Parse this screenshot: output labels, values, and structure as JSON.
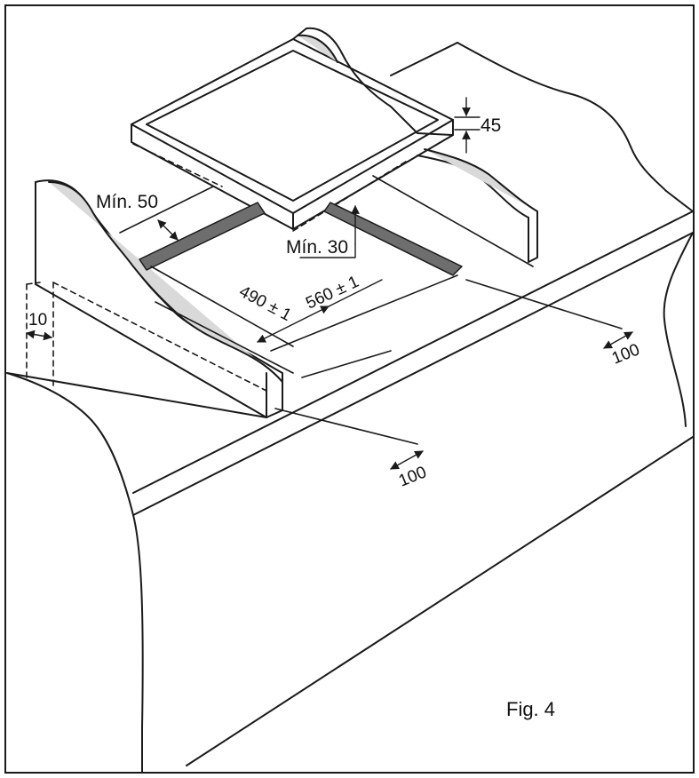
{
  "figure": {
    "caption": "Fig. 4",
    "dimensions": {
      "min_side_clearance": "Mín. 50",
      "min_front_clearance": "Mín. 30",
      "cutout_depth": "490 ± 1",
      "cutout_width": "560 ± 1",
      "hob_thickness": "45",
      "rear_offset": "10",
      "side_distance_right": "100",
      "side_distance_front": "100"
    }
  },
  "colors": {
    "line": "#1a1a1a",
    "wall_fill": "#d9d9d9",
    "bar_fill": "#6e6e6e",
    "background": "#ffffff"
  }
}
